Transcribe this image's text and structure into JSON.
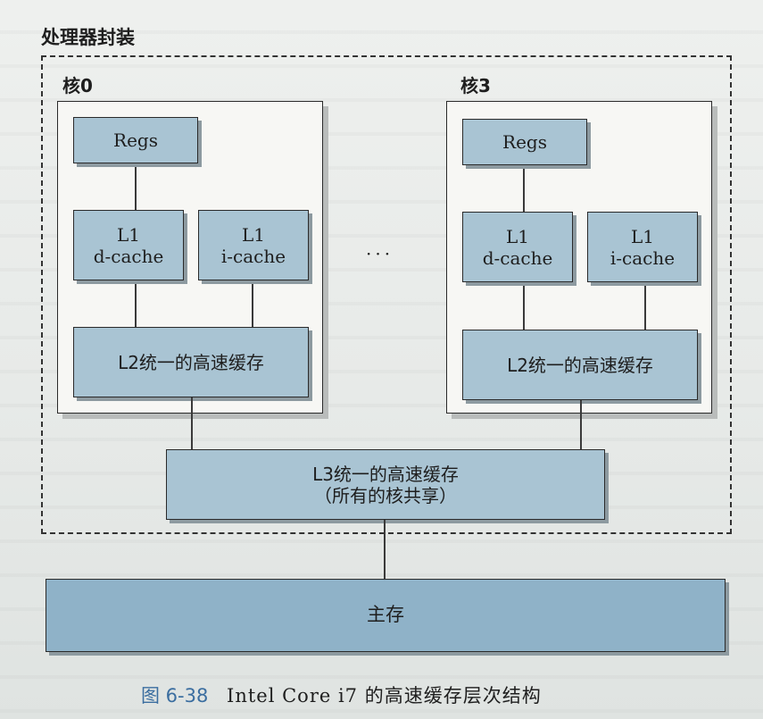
{
  "package": {
    "label": "处理器封装"
  },
  "cores": [
    {
      "label": "核0",
      "regs": "Regs",
      "l1d": [
        "L1",
        "d-cache"
      ],
      "l1i": [
        "L1",
        "i-cache"
      ],
      "l2": "L2统一的高速缓存"
    },
    {
      "label": "核3",
      "regs": "Regs",
      "l1d": [
        "L1",
        "d-cache"
      ],
      "l1i": [
        "L1",
        "i-cache"
      ],
      "l2": "L2统一的高速缓存"
    }
  ],
  "ellipsis": "···",
  "l3": {
    "line1": "L3统一的高速缓存",
    "line2": "（所有的核共享）"
  },
  "main_memory": "主存",
  "caption": {
    "figure": "图 6-38",
    "title": "Intel Core i7 的高速缓存层次结构"
  },
  "colors": {
    "cache_fill": "#a9c4d3",
    "memory_fill": "#8fb2c8",
    "core_fill": "#f7f7f4",
    "figure_label": "#3b6ea0"
  }
}
